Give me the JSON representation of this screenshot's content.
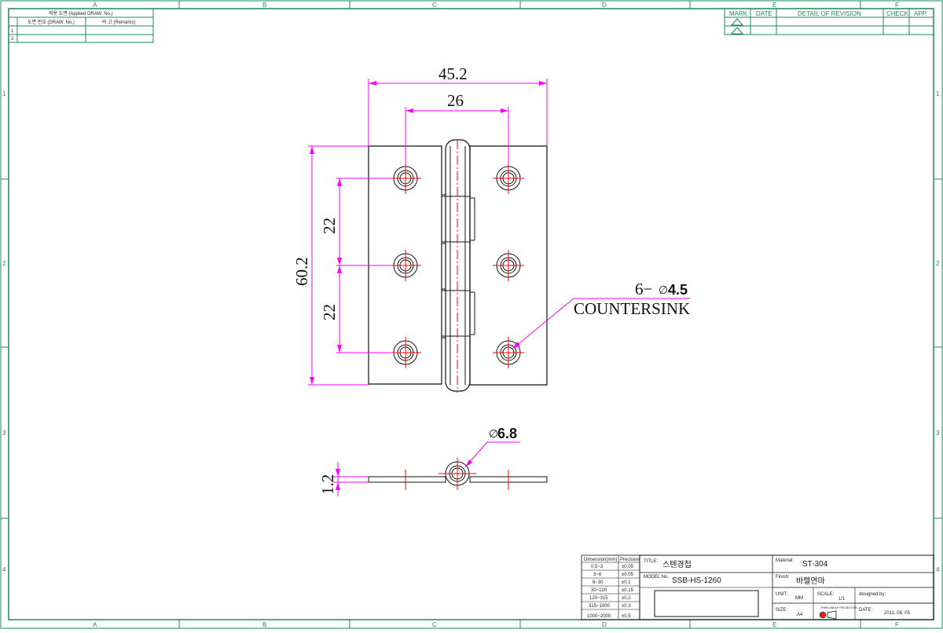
{
  "border": {
    "columns": [
      "A",
      "B",
      "C",
      "D",
      "E",
      "F"
    ],
    "rows": [
      "1",
      "2",
      "3",
      "4"
    ]
  },
  "applied_table": {
    "title": "적용 도면 (Applied DRAW. No.)",
    "col_drawno": "도면 번호 (DRAW. No.)",
    "col_remarks": "비 고 (Remarks)",
    "rows": [
      "1",
      "2"
    ]
  },
  "revision_table": {
    "mark": "MARK",
    "date": "DATE",
    "detail": "DETAIL OF REVISION",
    "check": "CHECK",
    "app": "APP."
  },
  "dimensions": {
    "overall_width": "45.2",
    "hole_spacing_x": "26",
    "overall_height": "60.2",
    "pitch_upper": "22",
    "pitch_lower": "22",
    "hole_callout_count": "6−",
    "hole_callout_dia": "4.5",
    "hole_callout_note": "COUNTERSINK",
    "knuckle_dia": "6.8",
    "thickness": "1.2",
    "dia_symbol": "∅"
  },
  "tolerance_table": {
    "header_dim": "Dimension(mm)",
    "header_prec": "Precision",
    "rows": [
      {
        "range": "0.5~3",
        "tol": "±0.05"
      },
      {
        "range": "3~6",
        "tol": "±0.05"
      },
      {
        "range": "6~30",
        "tol": "±0.1"
      },
      {
        "range": "30~120",
        "tol": "±0.15"
      },
      {
        "range": "120~315",
        "tol": "±0.2"
      },
      {
        "range": "315~1000",
        "tol": "±0.3"
      },
      {
        "range": "1000~2000",
        "tol": "±0.5"
      }
    ]
  },
  "title_block": {
    "title_label": "TITLE:",
    "title_value": "스텐경첩",
    "model_label": "MODEL No.",
    "model_value": "SSB-HS-1260",
    "material_label": "Material:",
    "material_value": "ST-304",
    "finish_label": "Finish:",
    "finish_value": "바렐연마",
    "unit_label": "UNIT:",
    "unit_value": "MM",
    "scale_label": "SCALE:",
    "scale_value": "1/1",
    "designed_label": "designed by:",
    "size_label": "SIZE:",
    "size_value": "A4",
    "projection_label": "THIRD ANGLE PROJECTION",
    "date_label": "DATE :",
    "date_value": "2011. 08. 05"
  }
}
